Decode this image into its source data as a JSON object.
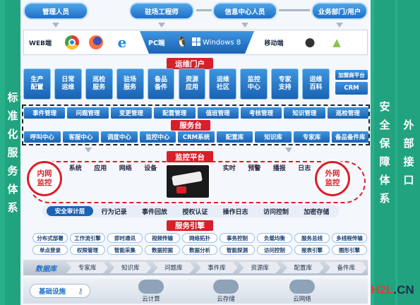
{
  "left_side": {
    "chars": [
      "标",
      "准",
      "化",
      "服",
      "务",
      "体",
      "系"
    ]
  },
  "right_side_1": {
    "chars": [
      "安",
      "全",
      "保",
      "障",
      "体",
      "系"
    ]
  },
  "right_side_2": {
    "chars": [
      "外",
      "部",
      "接",
      "口"
    ]
  },
  "users": [
    "管理人员",
    "驻场工程师",
    "信息中心人员",
    "业务部门/用户"
  ],
  "access": {
    "web": "WEB端",
    "pc": "PC端",
    "windows": "Windows 8",
    "mobile": "移动端"
  },
  "portal": {
    "title": "运维门户",
    "items": [
      "生产\n配置",
      "日常\n运维",
      "巡检\n服务",
      "驻场\n服务",
      "备品\n备件",
      "资源\n应用",
      "运维\n社区",
      "监控\n中心",
      "专家\n支持",
      "运维\n百科"
    ],
    "side": [
      "加盟商平台",
      "CRM"
    ]
  },
  "mgmt": [
    "事件管理",
    "问题管理",
    "变更管理",
    "配置管理",
    "值班管理",
    "考核管理",
    "知识管理",
    "巡检管理"
  ],
  "service_desk": {
    "title": "服务台",
    "items": [
      "呼叫中心",
      "客服中心",
      "调度中心",
      "监控中心",
      "CRM系统",
      "配置库",
      "知识库",
      "专家库",
      "备品备件库"
    ]
  },
  "monitor": {
    "title": "监控平台",
    "left": "内网\n监控",
    "right": "外网\n监控",
    "items_left": [
      "系统",
      "应用",
      "网络",
      "设备"
    ],
    "items_right": [
      "实时",
      "预警",
      "播报",
      "日志"
    ]
  },
  "security": {
    "label": "安全审计层",
    "items": [
      "行为记录",
      "事件回放",
      "授权认证",
      "操作日志",
      "访问控制",
      "加密存储"
    ]
  },
  "engine": {
    "title": "服务引擎",
    "row1": [
      "分布式部署",
      "工作流引擎",
      "即时通讯",
      "视频传输",
      "网络拓扑",
      "事务控制",
      "负载均衡",
      "服务总线",
      "多线程传输"
    ],
    "row2": [
      "单点登录",
      "权限管理",
      "智能采集",
      "数据挖掘",
      "数据分析",
      "智能探测",
      "访问控制",
      "报表引擎",
      "图形引擎"
    ]
  },
  "database": {
    "label": "数据库",
    "items": [
      "专家库",
      "知识库",
      "问题库",
      "事件库",
      "资源库",
      "配置库",
      "备件库"
    ]
  },
  "infra": {
    "label": "基础设施",
    "items": [
      "云计算",
      "云存储",
      "云网络"
    ]
  },
  "watermark": {
    "h2l": "H2L",
    "cn": ".CN"
  },
  "colors": {
    "green": "#21a37f",
    "blue": "#1f6fc6",
    "red": "#d91f2a"
  }
}
